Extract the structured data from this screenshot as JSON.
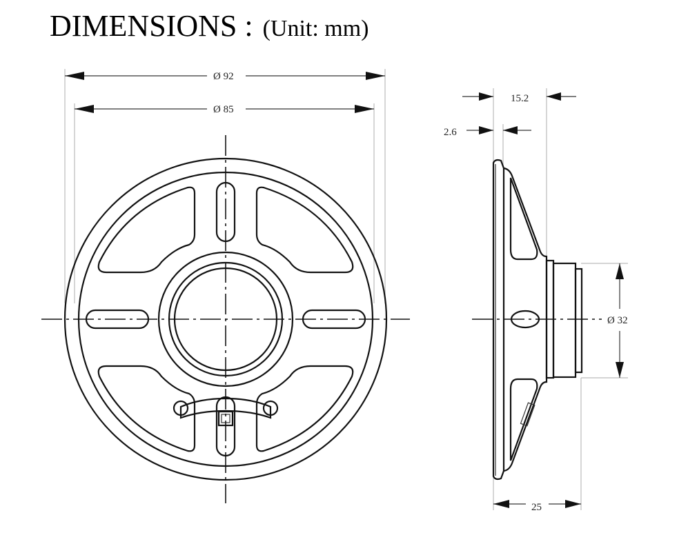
{
  "title": {
    "heading": "DIMENSIONS :",
    "unit": "(Unit: mm)"
  },
  "front_view": {
    "outer_diameter": "Ø 92",
    "inner_diameter": "Ø 85"
  },
  "side_view": {
    "depth_front": "15.2",
    "rim_thickness": "2.6",
    "magnet_diameter": "Ø 32",
    "total_depth": "25"
  }
}
